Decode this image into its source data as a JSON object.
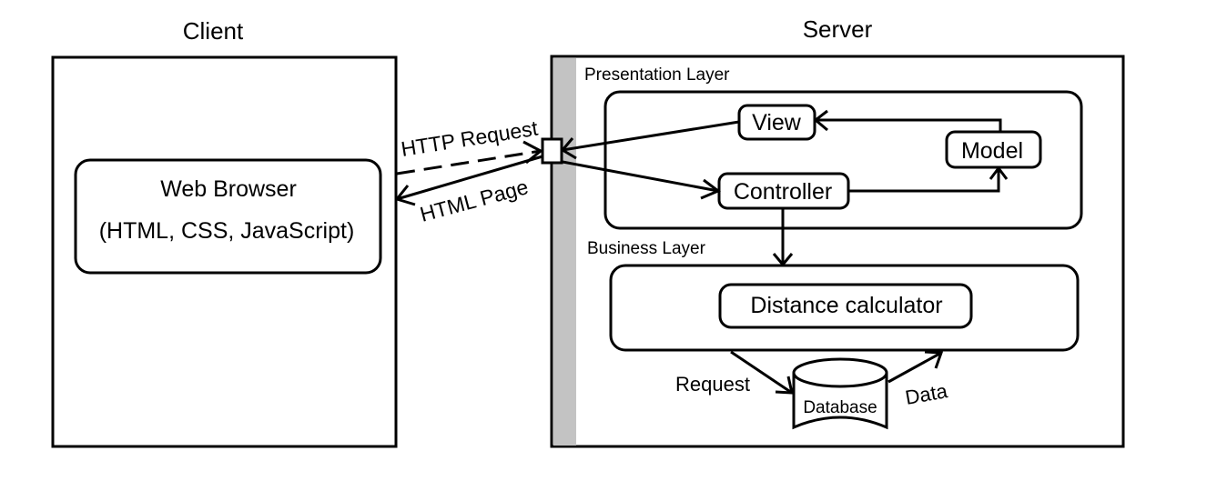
{
  "client": {
    "title": "Client",
    "browser": {
      "name": "Web Browser",
      "tech": "(HTML, CSS, JavaScript)"
    }
  },
  "connection": {
    "request_label": "HTTP Request",
    "response_label": "HTML Page"
  },
  "server": {
    "title": "Server",
    "presentation_layer": {
      "label": "Presentation Layer",
      "view": "View",
      "model": "Model",
      "controller": "Controller"
    },
    "business_layer": {
      "label": "Business Layer",
      "component": "Distance calculator"
    },
    "database": {
      "label": "Database",
      "request_label": "Request",
      "data_label": "Data"
    }
  }
}
